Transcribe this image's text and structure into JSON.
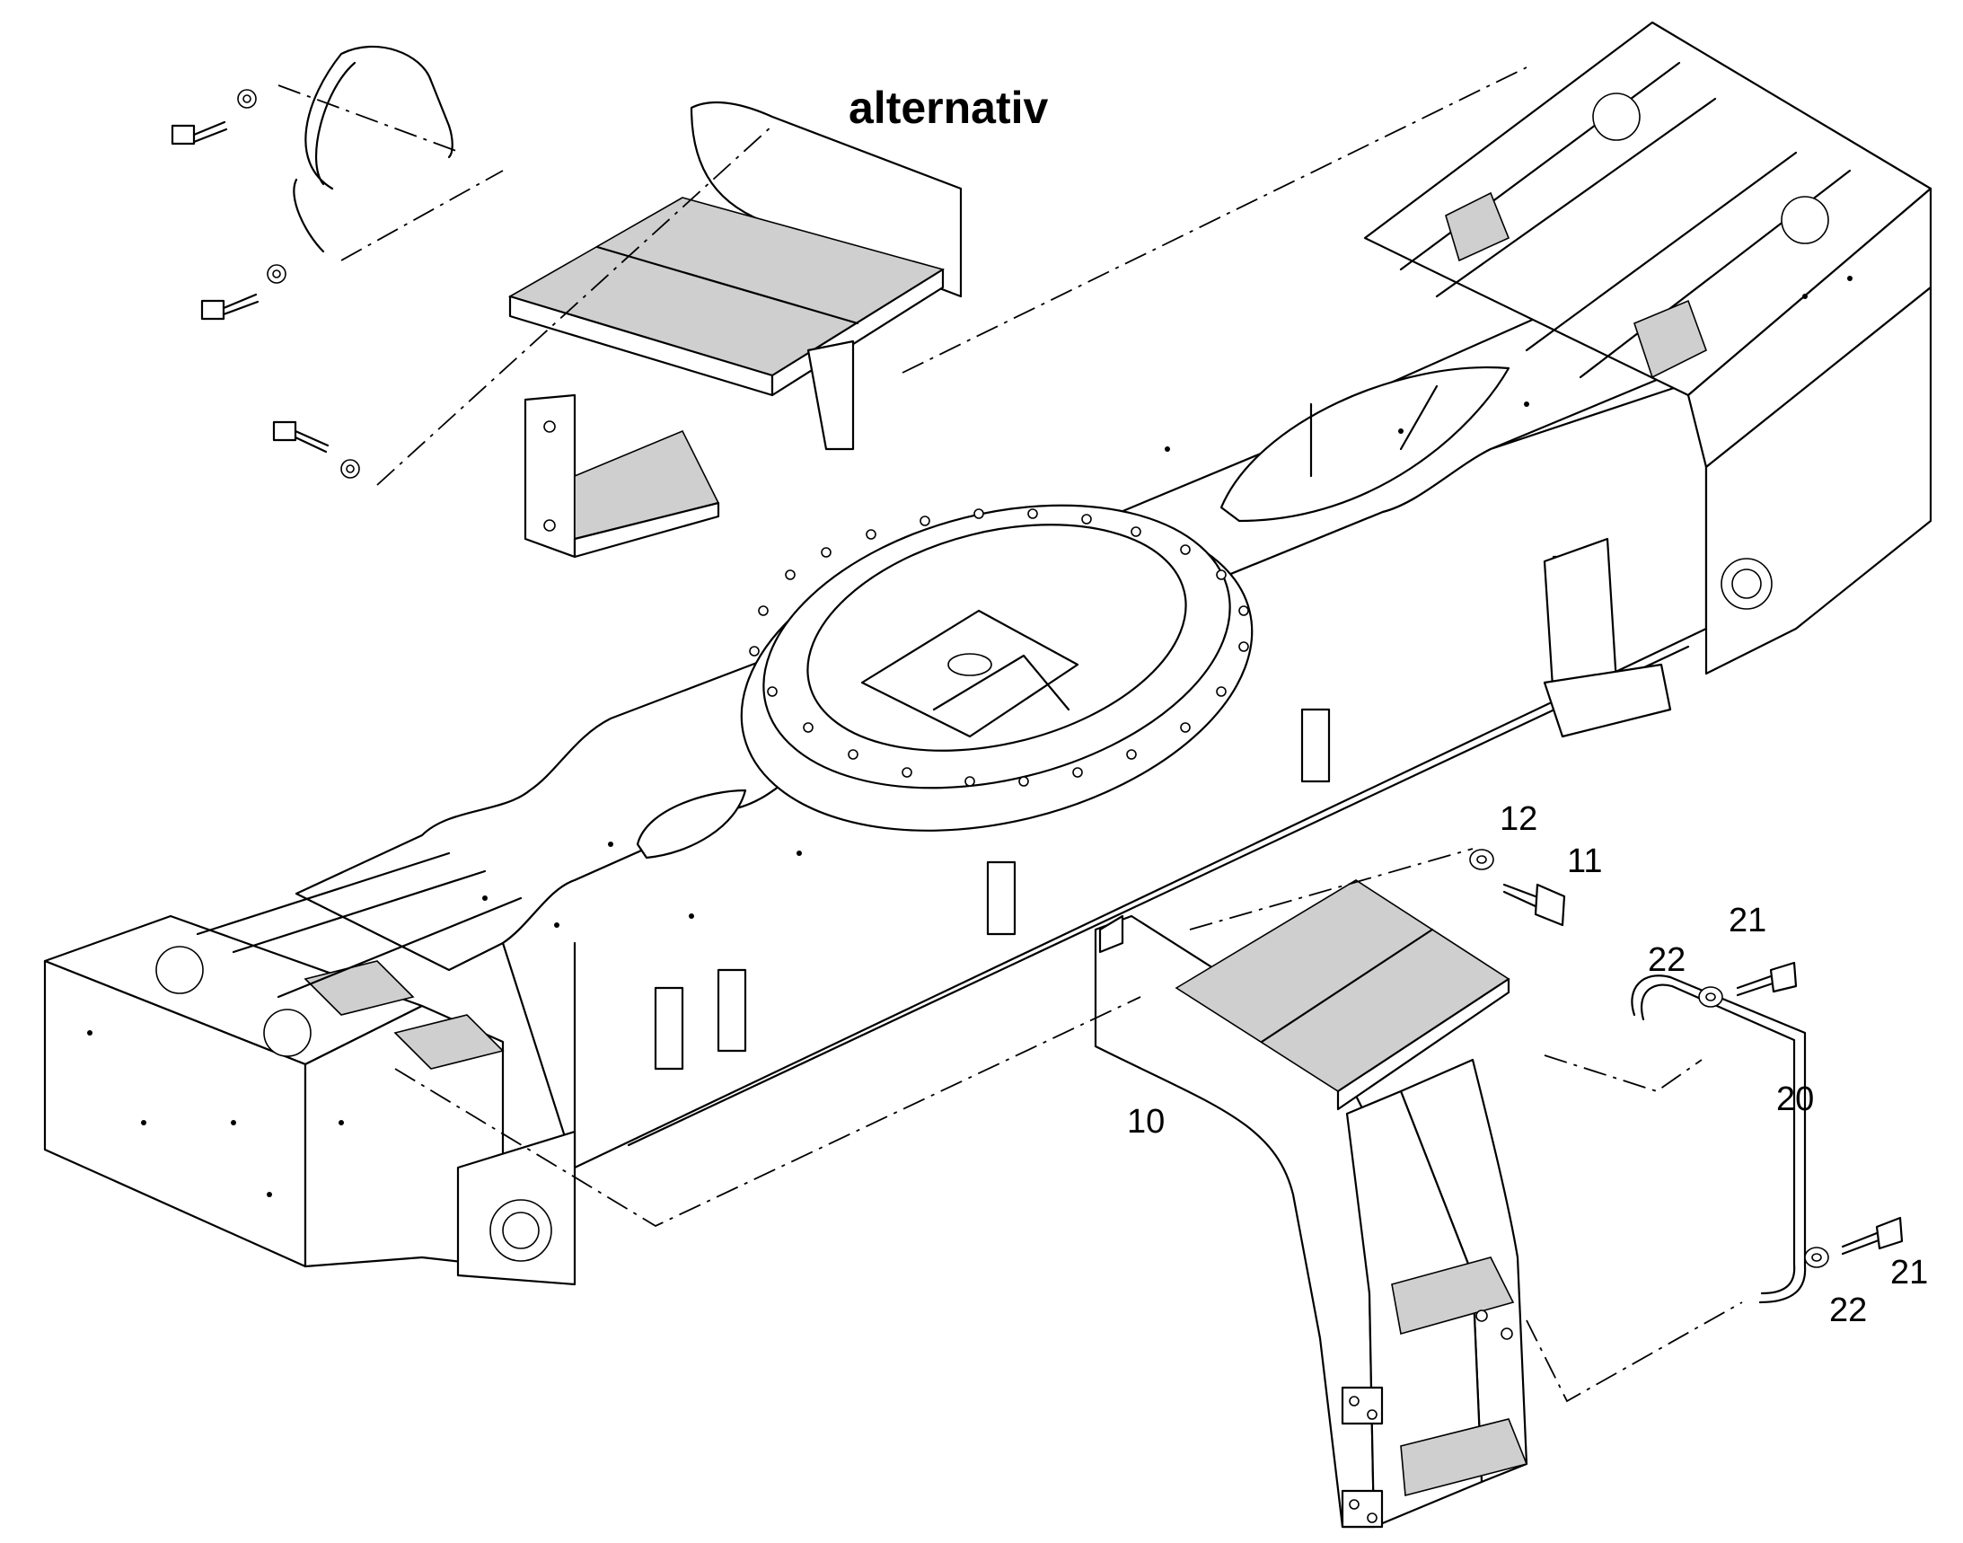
{
  "title": "alternativ",
  "callouts": [
    {
      "id": "12",
      "text": "12"
    },
    {
      "id": "11",
      "text": "11"
    },
    {
      "id": "21a",
      "text": "21"
    },
    {
      "id": "22a",
      "text": "22"
    },
    {
      "id": "20",
      "text": "20"
    },
    {
      "id": "10",
      "text": "10"
    },
    {
      "id": "22b",
      "text": "22"
    },
    {
      "id": "21b",
      "text": "21"
    }
  ]
}
